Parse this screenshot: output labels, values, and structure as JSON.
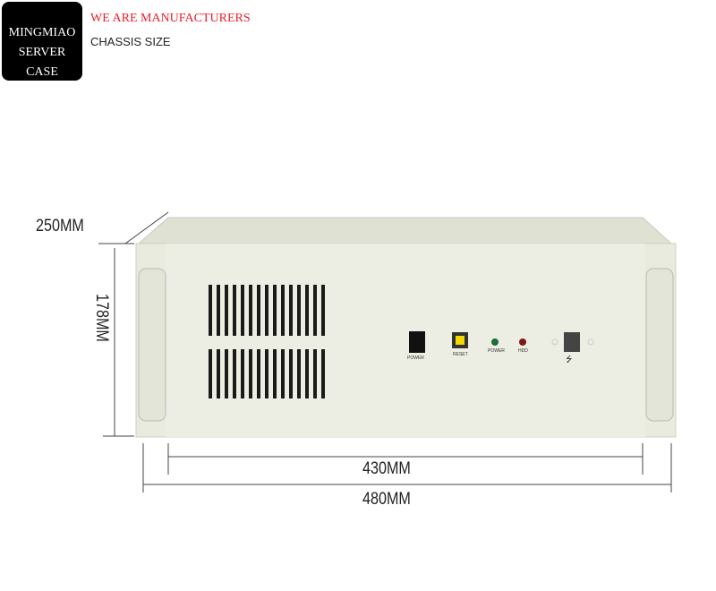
{
  "logo": {
    "line1": "MINGMIAO",
    "line2": "SERVER CASE"
  },
  "header": {
    "tagline": "WE ARE MANUFACTURERS",
    "subtitle": "CHASSIS SIZE"
  },
  "dimensions": {
    "depth": "250MM",
    "height": "178MM",
    "inner_width": "430MM",
    "outer_width": "480MM"
  },
  "front_panel": {
    "power_switch_label": "POWER",
    "reset_label": "RESET",
    "power_led_label": "POWER",
    "hdd_led_label": "HDD"
  },
  "colors": {
    "chassis": "#e8eadc",
    "reset_button": "#f5d800",
    "power_led": "#1f6b3a",
    "hdd_led": "#7a1a14"
  }
}
